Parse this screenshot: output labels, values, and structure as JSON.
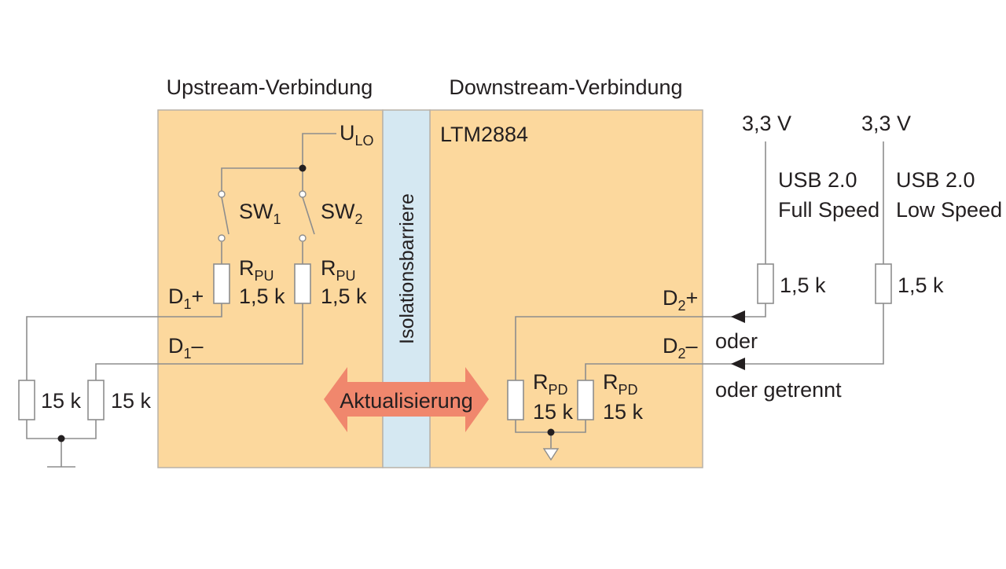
{
  "colors": {
    "block_fill": "#fcd89d",
    "block_stroke": "#b9b2a8",
    "barrier_fill": "#d5e8f2",
    "arrow_fill": "#f0876d",
    "wire": "#8d8d8d",
    "text": "#231f20"
  },
  "headings": {
    "upstream": "Upstream-Verbindung",
    "downstream": "Downstream-Verbindung"
  },
  "chip": "LTM2884",
  "barrier_label": "Isolationsbarriere",
  "update_label": "Aktualisierung",
  "upstream": {
    "ulo": {
      "main": "U",
      "sub": "LO"
    },
    "sw1": {
      "main": "SW",
      "sub": "1"
    },
    "sw2": {
      "main": "SW",
      "sub": "2"
    },
    "rpu1": {
      "name_main": "R",
      "name_sub": "PU",
      "value": "1,5 k"
    },
    "rpu2": {
      "name_main": "R",
      "name_sub": "PU",
      "value": "1,5 k"
    },
    "d1_plus": {
      "main": "D",
      "sub": "1",
      "suffix": "+"
    },
    "d1_minus": {
      "main": "D",
      "sub": "1",
      "suffix": "–"
    },
    "r_left_1": "15 k",
    "r_left_2": "15 k"
  },
  "downstream": {
    "rpd1": {
      "name_main": "R",
      "name_sub": "PD",
      "value": "15 k"
    },
    "rpd2": {
      "name_main": "R",
      "name_sub": "PD",
      "value": "15 k"
    },
    "d2_plus": {
      "main": "D",
      "sub": "2",
      "suffix": "+"
    },
    "d2_minus": {
      "main": "D",
      "sub": "2",
      "suffix": "–"
    }
  },
  "external": {
    "full_speed": {
      "voltage": "3,3 V",
      "line1": "USB 2.0",
      "line2": "Full Speed",
      "resistor": "1,5 k"
    },
    "low_speed": {
      "voltage": "3,3 V",
      "line1": "USB 2.0",
      "line2": "Low Speed",
      "resistor": "1,5 k"
    },
    "or_label": "oder",
    "or_separate_label": "oder getrennt"
  }
}
